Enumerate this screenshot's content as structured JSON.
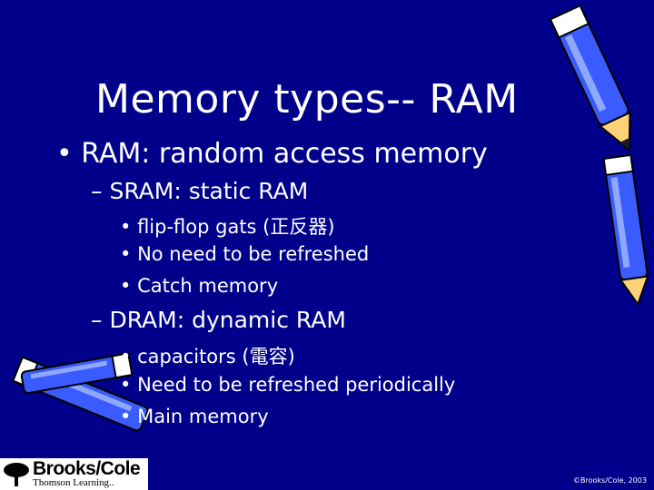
{
  "slide": {
    "title": "Memory types-- RAM",
    "main_bullet": {
      "marker": "•",
      "text": "RAM: random access memory"
    },
    "sram": {
      "marker": "–",
      "heading": "SRAM: static RAM",
      "items": [
        "flip-flop gats (正反器)",
        "No need to be refreshed",
        "Catch memory"
      ]
    },
    "dram": {
      "marker": "–",
      "heading": "DRAM: dynamic RAM",
      "items": [
        "capacitors (電容)",
        "Need to be refreshed periodically",
        "Main memory"
      ]
    },
    "sub_marker": "•"
  },
  "footer": {
    "copyright": "©Brooks/Cole, 2003",
    "logo_brand": "Brooks/Cole",
    "logo_sub": "Thomson Learning.."
  },
  "colors": {
    "background": "#00008a",
    "text": "#ffffff",
    "pencil_blue": "#3a5cff"
  }
}
